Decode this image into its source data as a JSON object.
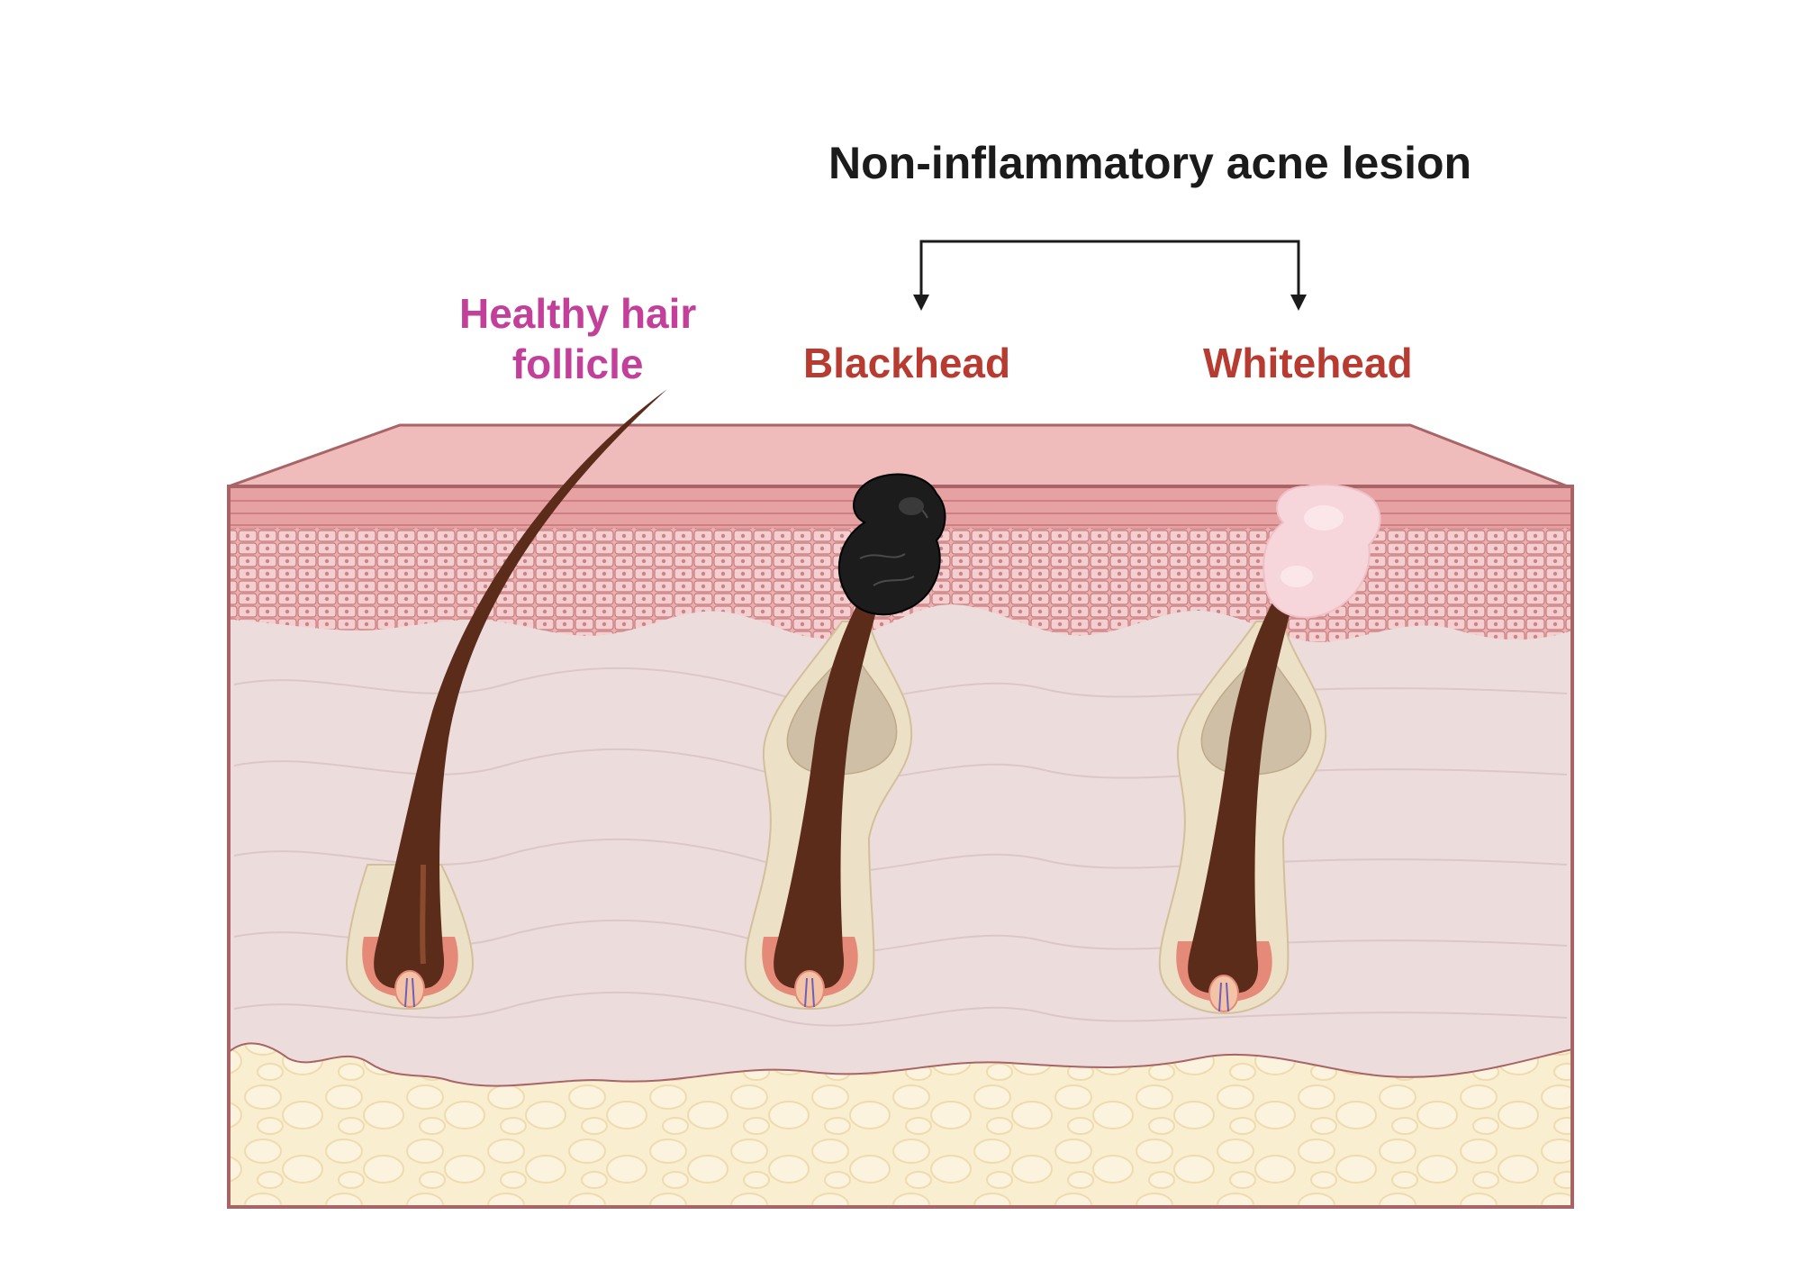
{
  "title": "Non-inflammatory acne lesion",
  "labels": {
    "healthy_line1": "Healthy hair",
    "healthy_line2": "follicle",
    "blackhead": "Blackhead",
    "whitehead": "Whitehead"
  },
  "colors": {
    "title": "#1b1b1b",
    "healthy": "#c2409a",
    "lesion": "#b83b32",
    "skin_top": "#efbcbb",
    "epidermis": "#e7a0a2",
    "dermis": "#ecdcdc",
    "fat": "#f8ecc9",
    "outline": "#a86466",
    "hair": "#5b2c1a",
    "blackhead": "#1c1c1c",
    "whitehead": "#f6d6da"
  }
}
